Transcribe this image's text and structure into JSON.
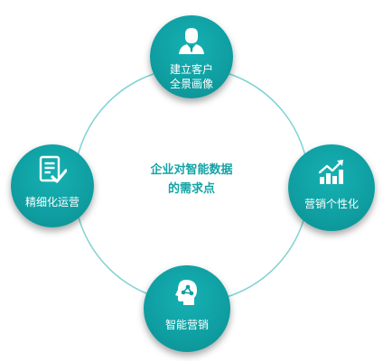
{
  "center": {
    "line1": "企业对智能数据",
    "line2": "的需求点"
  },
  "nodes": {
    "top": {
      "line1": "建立客户",
      "line2": "全景画像",
      "icon": "customer-profile-icon"
    },
    "left": {
      "line1": "精细化运营",
      "icon": "checklist-document-icon"
    },
    "right": {
      "line1": "营销个性化",
      "icon": "growth-bar-chart-icon"
    },
    "bottom": {
      "line1": "智能营销",
      "icon": "ai-brain-head-icon"
    }
  },
  "colors": {
    "node_fill": "#0f9ea1",
    "ring_stroke": "#7fd3d2",
    "center_text": "#14a3a5",
    "label_text": "#ffffff"
  }
}
